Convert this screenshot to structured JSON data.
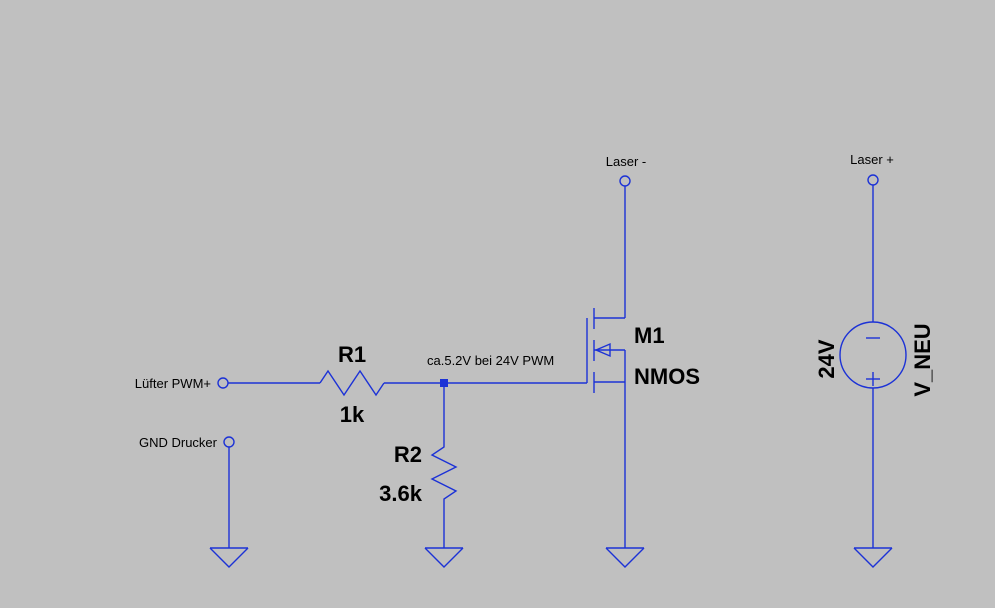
{
  "colors": {
    "background": "#c0c0c0",
    "wire": "#1c32d6",
    "text": "#000000"
  },
  "nets": {
    "pwm_in": "Lüfter PWM+",
    "gnd_printer": "GND Drucker",
    "laser_minus": "Laser -",
    "laser_plus": "Laser +",
    "node_note": "ca.5.2V bei 24V PWM"
  },
  "components": {
    "r1": {
      "name": "R1",
      "value": "1k"
    },
    "r2": {
      "name": "R2",
      "value": "3.6k"
    },
    "m1": {
      "name": "M1",
      "value": "NMOS"
    },
    "v_neu": {
      "value": "24V",
      "name": "V_NEU"
    }
  }
}
